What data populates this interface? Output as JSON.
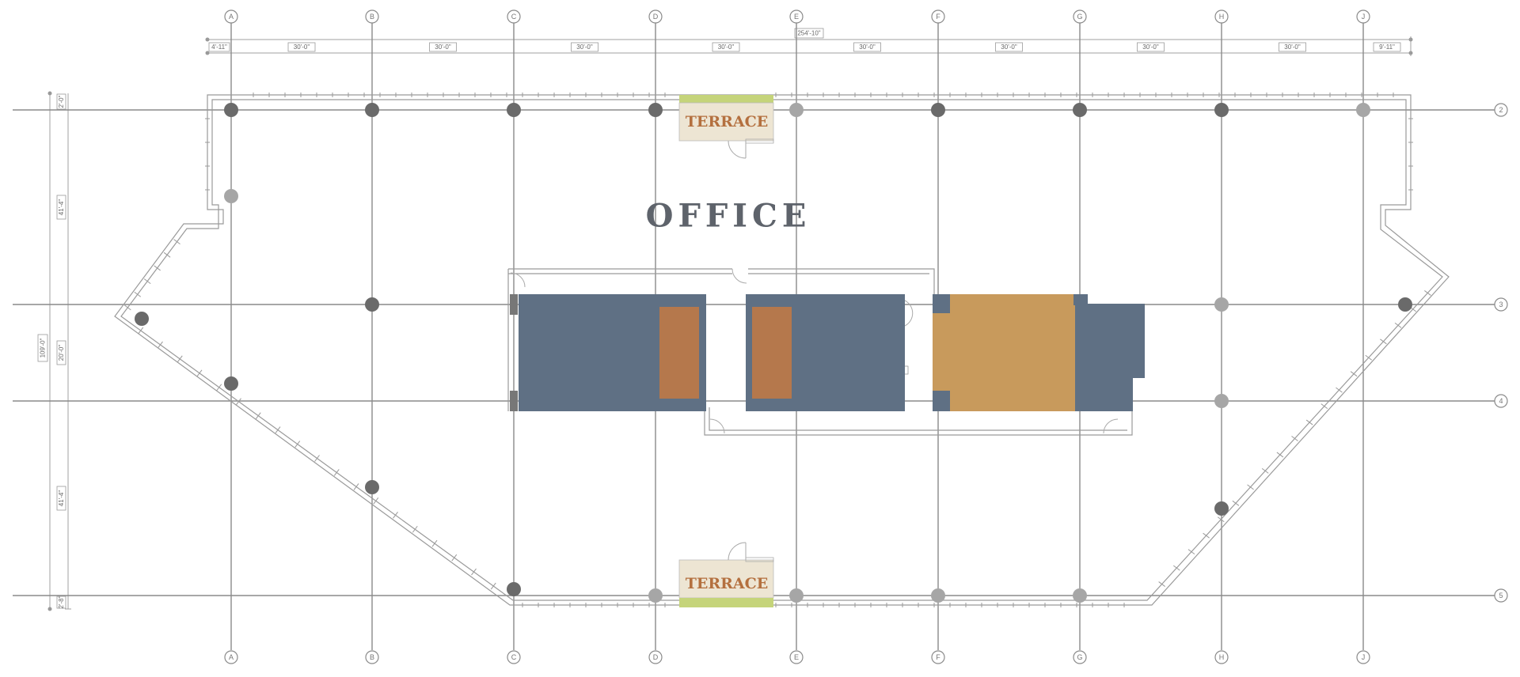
{
  "colors": {
    "grid": "#8a8a8a",
    "column_dark": "#6a6a6a",
    "column_light": "#a6a6a6",
    "core_blue": "#5f7084",
    "core_brown": "#b5784c",
    "core_tan": "#c89a5c",
    "terrace_fill": "#ede5d3",
    "terrace_text": "#b4703f",
    "terrace_planter": "#c5d47a",
    "office_text": "#5e636b"
  },
  "grid": {
    "columns": [
      "A",
      "B",
      "C",
      "D",
      "E",
      "F",
      "G",
      "H",
      "J"
    ],
    "rows": [
      "2",
      "3",
      "4",
      "5"
    ]
  },
  "dimensions": {
    "overall": "254'-10\"",
    "bays": [
      "4'-11\"",
      "30'-0\"",
      "30'-0\"",
      "30'-0\"",
      "30'-0\"",
      "30'-0\"",
      "30'-0\"",
      "30'-0\"",
      "30'-0\"",
      "9'-11\""
    ],
    "left_overall": "109'-0\"",
    "left_segments": [
      "2'-0\"",
      "41'-4\"",
      "20'-0\"",
      "41'-4\"",
      "2'-8\""
    ]
  },
  "labels": {
    "office": "OFFICE",
    "terrace_top": "TERRACE",
    "terrace_bottom": "TERRACE"
  }
}
